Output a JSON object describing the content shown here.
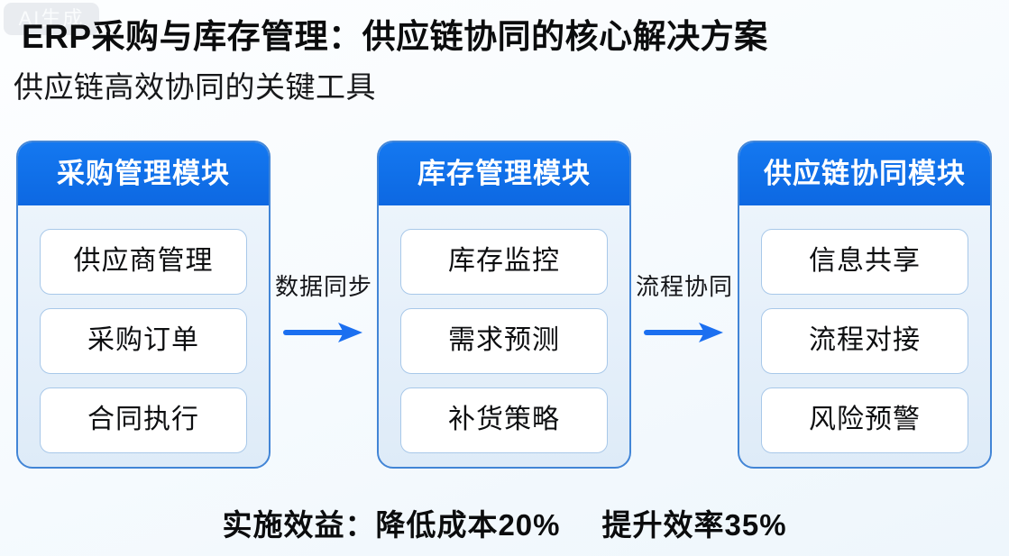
{
  "watermark": {
    "label": "AI生成"
  },
  "header": {
    "title": "ERP采购与库存管理：供应链协同的核心解决方案",
    "subtitle": "供应链高效协同的关键工具"
  },
  "modules": [
    {
      "title": "采购管理模块",
      "items": [
        "供应商管理",
        "采购订单",
        "合同执行"
      ]
    },
    {
      "title": "库存管理模块",
      "items": [
        "库存监控",
        "需求预测",
        "补货策略"
      ]
    },
    {
      "title": "供应链协同模块",
      "items": [
        "信息共享",
        "流程对接",
        "风险预警"
      ]
    }
  ],
  "connectors": [
    {
      "label": "数据同步"
    },
    {
      "label": "流程协同"
    }
  ],
  "footer": {
    "label": "实施效益：",
    "benefits": [
      "降低成本20%",
      "提升效率35%"
    ]
  },
  "colors": {
    "module_header_blue": "#0F6FE8",
    "card_border_blue": "#4285D6",
    "item_border_blue": "#A8C8E9",
    "arrow_blue": "#1B6FF0",
    "text_black": "#0B0C0D",
    "background_tint": "#EEF6FC"
  }
}
